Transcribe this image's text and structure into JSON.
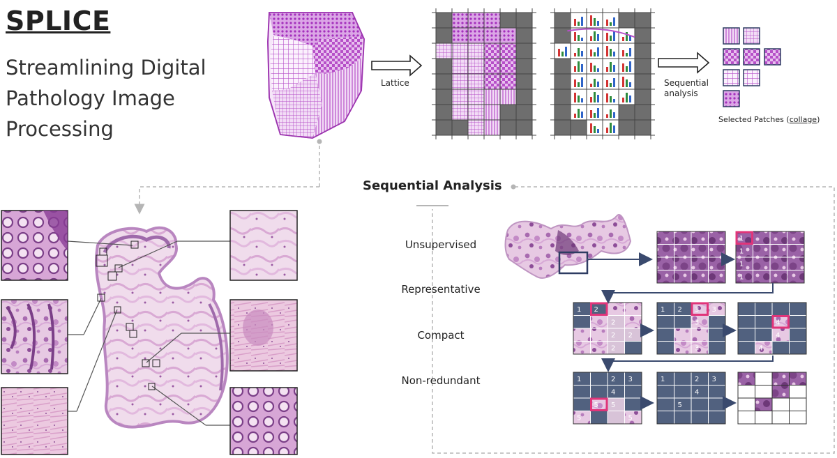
{
  "title": "SPLICE",
  "subtitle_lines": [
    "Streamlining Digital",
    "Pathology Image",
    "Processing"
  ],
  "arrow_labels": {
    "lattice": "Lattice",
    "sequential_1": "Sequential",
    "sequential_2": "analysis"
  },
  "selected_patches": {
    "prefix": "Selected Patches (",
    "link": "collage",
    "suffix": ")"
  },
  "section_heading": "Sequential Analysis",
  "criteria": [
    "Unsupervised",
    "Representative",
    "Compact",
    "Non-redundant"
  ],
  "grid_numbers": {
    "g1": [
      "1",
      "1",
      "1",
      "1"
    ],
    "g2": [
      "1",
      "2",
      "2",
      "2",
      "2",
      "2"
    ],
    "g3": [
      "1",
      "2",
      "3",
      "3",
      "3",
      "3"
    ],
    "g4": [
      "4",
      "4",
      "4"
    ],
    "g5": [
      "1",
      "2",
      "3",
      "4",
      "5",
      "5",
      "5",
      "5"
    ],
    "g6": [
      "1",
      "2",
      "3",
      "4",
      "5"
    ]
  },
  "colors": {
    "tissue_purple": "#b64fc8",
    "grid_gray": "#6e6e6e",
    "slate": "#51617f",
    "highlight": "#e0357a",
    "dashed": "#b5b5b5"
  },
  "icons": [
    "arrow-right-icon",
    "bar-chart-icon",
    "lattice-grid-icon",
    "patch-tile-icon"
  ]
}
